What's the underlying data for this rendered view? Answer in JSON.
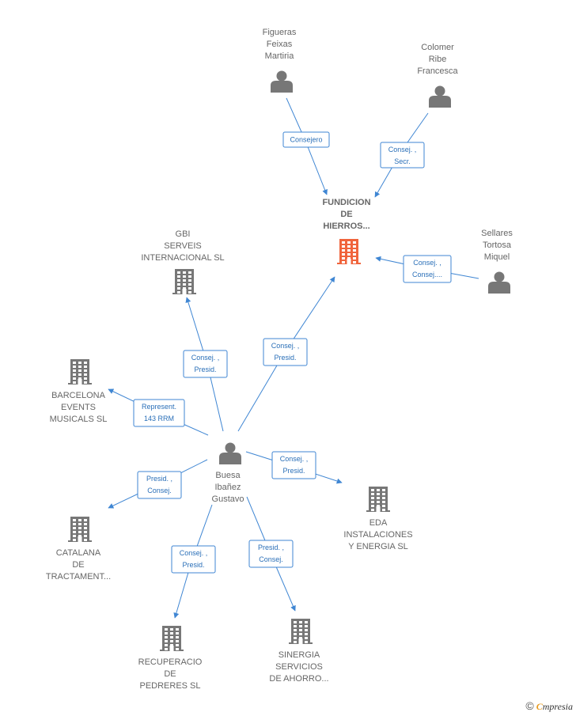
{
  "nodes": {
    "fundicion": {
      "type": "company",
      "highlight": true,
      "lines": [
        "FUNDICION",
        "DE",
        "HIERROS..."
      ]
    },
    "figueras": {
      "type": "person",
      "lines": [
        "Figueras",
        "Feixas",
        "Martiria"
      ]
    },
    "colomer": {
      "type": "person",
      "lines": [
        "Colomer",
        "Ribe",
        "Francesca"
      ]
    },
    "sellares": {
      "type": "person",
      "lines": [
        "Sellares",
        "Tortosa",
        "Miquel"
      ]
    },
    "gbi": {
      "type": "company",
      "lines": [
        "GBI",
        "SERVEIS",
        "INTERNACIONAL SL"
      ]
    },
    "barcelona": {
      "type": "company",
      "lines": [
        "BARCELONA",
        "EVENTS",
        "MUSICALS SL"
      ]
    },
    "buesa": {
      "type": "person",
      "lines": [
        "Buesa",
        "Ibañez",
        "Gustavo"
      ]
    },
    "eda": {
      "type": "company",
      "lines": [
        "EDA",
        "INSTALACIONES",
        "Y ENERGIA SL"
      ]
    },
    "catalana": {
      "type": "company",
      "lines": [
        "CATALANA",
        "DE",
        "TRACTAMENT..."
      ]
    },
    "recuperacio": {
      "type": "company",
      "lines": [
        "RECUPERACIO",
        "DE",
        "PEDRERES SL"
      ]
    },
    "sinergia": {
      "type": "company",
      "lines": [
        "SINERGIA",
        "SERVICIOS",
        "DE AHORRO..."
      ]
    }
  },
  "edges": {
    "figueras_fundicion": [
      "Consejero"
    ],
    "colomer_fundicion": [
      "Consej. ,",
      "Secr."
    ],
    "sellares_fundicion": [
      "Consej. ,",
      "Consej...."
    ],
    "buesa_fundicion": [
      "Consej. ,",
      "Presid."
    ],
    "buesa_gbi": [
      "Consej. ,",
      "Presid."
    ],
    "buesa_barcelona": [
      "Represent.",
      "143 RRM"
    ],
    "buesa_eda": [
      "Consej. ,",
      "Presid."
    ],
    "buesa_catalana": [
      "Presid. ,",
      "Consej."
    ],
    "buesa_recuperacio": [
      "Consej. ,",
      "Presid."
    ],
    "buesa_sinergia": [
      "Presid. ,",
      "Consej."
    ]
  },
  "colors": {
    "edge": "#3f86d3",
    "company_icon": "#777777",
    "highlight_icon": "#f0643c",
    "person_icon": "#777777"
  },
  "footer": {
    "copyright_symbol": "©",
    "brand_first": "C",
    "brand_rest": "mpresia"
  }
}
